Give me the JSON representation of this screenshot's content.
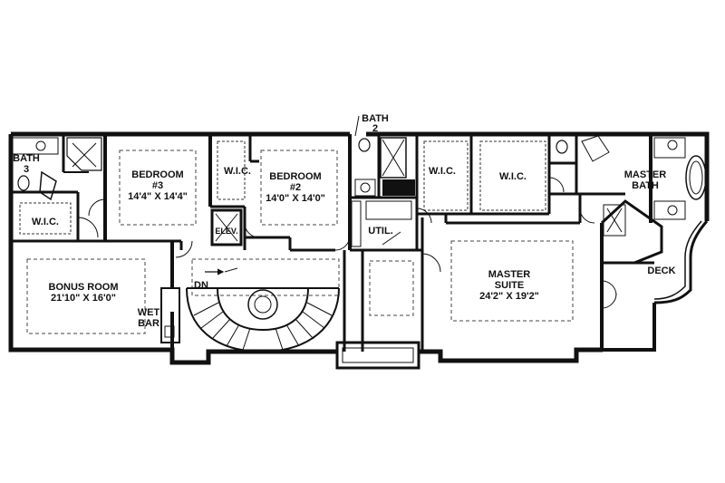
{
  "plan": {
    "rooms": {
      "bath3": {
        "name_line1": "BATH",
        "name_line2": "3"
      },
      "wic_left": {
        "name": "W.I.C."
      },
      "bedroom3": {
        "name_line1": "BEDROOM",
        "name_line2": "#3",
        "dims": "14'4\" X 14'4\""
      },
      "wic_b2": {
        "name": "W.I.C."
      },
      "bedroom2": {
        "name_line1": "BEDROOM",
        "name_line2": "#2",
        "dims": "14'0\" X 14'0\""
      },
      "bath2": {
        "name_line1": "BATH",
        "name_line2": "2"
      },
      "wic_m1": {
        "name": "W.I.C."
      },
      "wic_m2": {
        "name": "W.I.C."
      },
      "master_bath": {
        "name_line1": "MASTER",
        "name_line2": "BATH"
      },
      "elev": {
        "name": "ELEV."
      },
      "util": {
        "name": "UTIL."
      },
      "bonus": {
        "name": "BONUS ROOM",
        "dims": "21'10\" X 16'0\""
      },
      "wet_bar": {
        "name_line1": "WET",
        "name_line2": "BAR"
      },
      "stairs": {
        "label": "DN"
      },
      "master_suite": {
        "name_line1": "MASTER",
        "name_line2": "SUITE",
        "dims": "24'2\" X 19'2\""
      },
      "deck": {
        "name": "DECK"
      }
    }
  }
}
